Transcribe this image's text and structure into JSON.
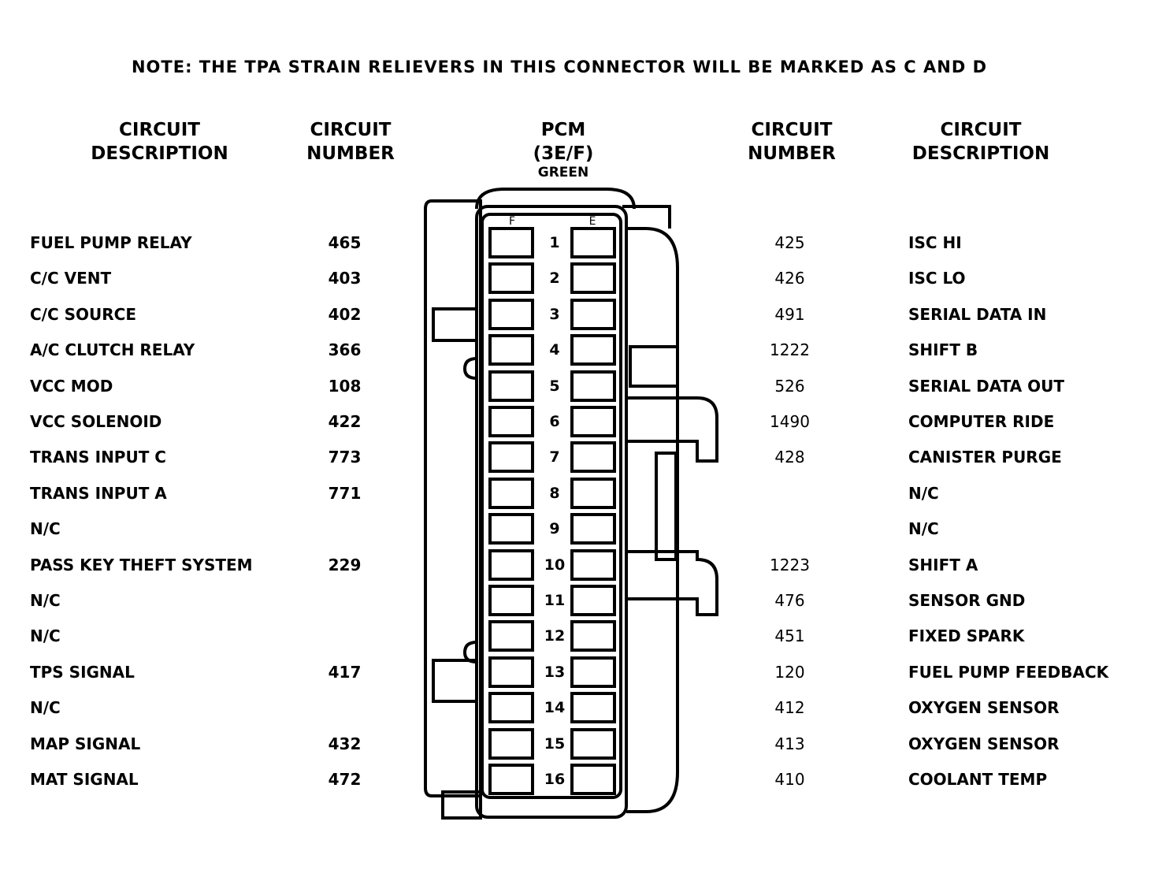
{
  "note": "NOTE: THE TPA STRAIN RELIEVERS IN THIS CONNECTOR WILL BE MARKED AS C AND D",
  "headers": {
    "left_desc": [
      "CIRCUIT",
      "DESCRIPTION"
    ],
    "left_num": [
      "CIRCUIT",
      "NUMBER"
    ],
    "pcm": [
      "PCM",
      "(3E/F)",
      "GREEN"
    ],
    "right_num": [
      "CIRCUIT",
      "NUMBER"
    ],
    "right_desc": [
      "CIRCUIT",
      "DESCRIPTION"
    ]
  },
  "connector": {
    "col_f": "F",
    "col_e": "E"
  },
  "rows": [
    {
      "pin": "1",
      "f_desc": "FUEL PUMP RELAY",
      "f_num": "465",
      "e_num": "425",
      "e_desc": "ISC HI"
    },
    {
      "pin": "2",
      "f_desc": "C/C VENT",
      "f_num": "403",
      "e_num": "426",
      "e_desc": "ISC LO"
    },
    {
      "pin": "3",
      "f_desc": "C/C SOURCE",
      "f_num": "402",
      "e_num": "491",
      "e_desc": "SERIAL DATA IN"
    },
    {
      "pin": "4",
      "f_desc": "A/C CLUTCH RELAY",
      "f_num": "366",
      "e_num": "1222",
      "e_desc": "SHIFT B"
    },
    {
      "pin": "5",
      "f_desc": "VCC MOD",
      "f_num": "108",
      "e_num": "526",
      "e_desc": "SERIAL DATA OUT"
    },
    {
      "pin": "6",
      "f_desc": "VCC SOLENOID",
      "f_num": "422",
      "e_num": "1490",
      "e_desc": "COMPUTER RIDE"
    },
    {
      "pin": "7",
      "f_desc": "TRANS INPUT C",
      "f_num": "773",
      "e_num": "428",
      "e_desc": "CANISTER PURGE"
    },
    {
      "pin": "8",
      "f_desc": "TRANS INPUT A",
      "f_num": "771",
      "e_num": "",
      "e_desc": "N/C"
    },
    {
      "pin": "9",
      "f_desc": "N/C",
      "f_num": "",
      "e_num": "",
      "e_desc": "N/C"
    },
    {
      "pin": "10",
      "f_desc": "PASS KEY THEFT SYSTEM",
      "f_num": "229",
      "e_num": "1223",
      "e_desc": "SHIFT A"
    },
    {
      "pin": "11",
      "f_desc": "N/C",
      "f_num": "",
      "e_num": "476",
      "e_desc": "SENSOR GND"
    },
    {
      "pin": "12",
      "f_desc": "N/C",
      "f_num": "",
      "e_num": "451",
      "e_desc": "FIXED  SPARK"
    },
    {
      "pin": "13",
      "f_desc": "TPS SIGNAL",
      "f_num": "417",
      "e_num": "120",
      "e_desc": "FUEL PUMP FEEDBACK"
    },
    {
      "pin": "14",
      "f_desc": "N/C",
      "f_num": "",
      "e_num": "412",
      "e_desc": "OXYGEN SENSOR"
    },
    {
      "pin": "15",
      "f_desc": "MAP SIGNAL",
      "f_num": "432",
      "e_num": "413",
      "e_desc": "OXYGEN SENSOR"
    },
    {
      "pin": "16",
      "f_desc": "MAT SIGNAL",
      "f_num": "472",
      "e_num": "410",
      "e_desc": "COOLANT TEMP"
    }
  ]
}
